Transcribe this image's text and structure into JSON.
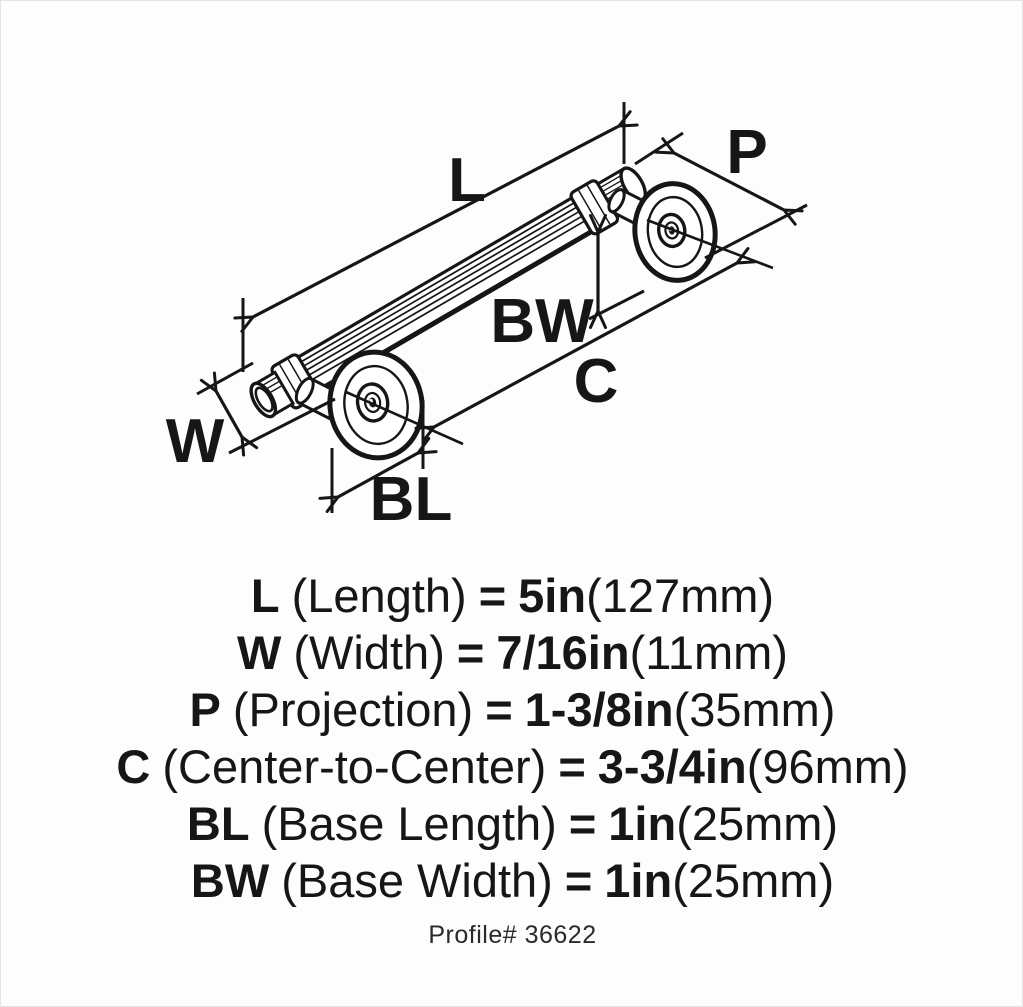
{
  "figure": {
    "labels": {
      "length": "L",
      "projection": "P",
      "width": "W",
      "base_width": "BW",
      "center_to_center": "C",
      "base_length": "BL"
    }
  },
  "legend": {
    "rows": [
      {
        "key": "L",
        "name": "(Length)",
        "eq": "=",
        "value": "5in",
        "metric": "(127mm)"
      },
      {
        "key": "W",
        "name": "(Width)",
        "eq": "=",
        "value": "7/16in",
        "metric": "(11mm)"
      },
      {
        "key": "P",
        "name": "(Projection)",
        "eq": "=",
        "value": "1-3/8in",
        "metric": "(35mm)"
      },
      {
        "key": "C",
        "name": "(Center-to-Center)",
        "eq": "=",
        "value": "3-3/4in",
        "metric": "(96mm)"
      },
      {
        "key": "BL",
        "name": "(Base Length)",
        "eq": "=",
        "value": "1in",
        "metric": "(25mm)"
      },
      {
        "key": "BW",
        "name": "(Base Width)",
        "eq": "=",
        "value": "1in",
        "metric": "(25mm)"
      }
    ]
  },
  "footer": {
    "profile": "Profile# 36622"
  },
  "colors": {
    "ink": "#161616",
    "background": "#fdfdfd",
    "border": "#e4e4e4"
  }
}
